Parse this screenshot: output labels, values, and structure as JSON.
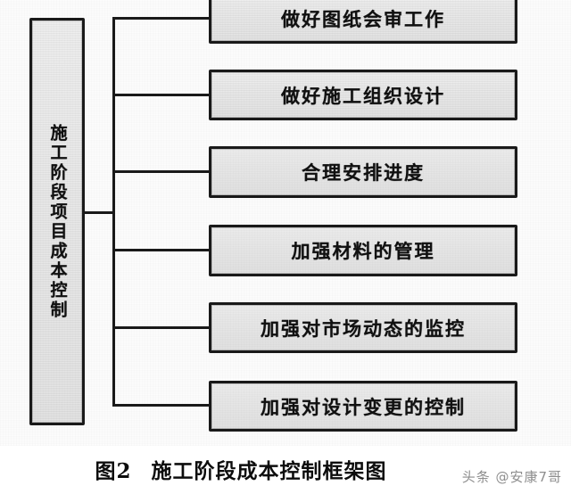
{
  "figure": {
    "caption_number": "图2",
    "caption_title": "施工阶段成本控制框架图",
    "watermark": "头条 @安康7哥",
    "colors": {
      "page_background": "#ffffff",
      "canvas_background": "#fcfcfc",
      "box_fill": "#e9e9e9",
      "box_border": "#1a1a1a",
      "line": "#1a1a1a",
      "text": "#111111",
      "watermark_text": "#8e8e8e"
    }
  },
  "diagram": {
    "type": "tree",
    "orientation": "left-to-right",
    "root": {
      "label": "施工阶段项目成本控制",
      "text_direction": "vertical"
    },
    "branches": [
      {
        "index": 1,
        "label": "做好图纸会审工作"
      },
      {
        "index": 2,
        "label": "做好施工组织设计"
      },
      {
        "index": 3,
        "label": "合理安排进度"
      },
      {
        "index": 4,
        "label": "加强材料的管理"
      },
      {
        "index": 5,
        "label": "加强对市场动态的监控"
      },
      {
        "index": 6,
        "label": "加强对设计变更的控制"
      }
    ]
  }
}
